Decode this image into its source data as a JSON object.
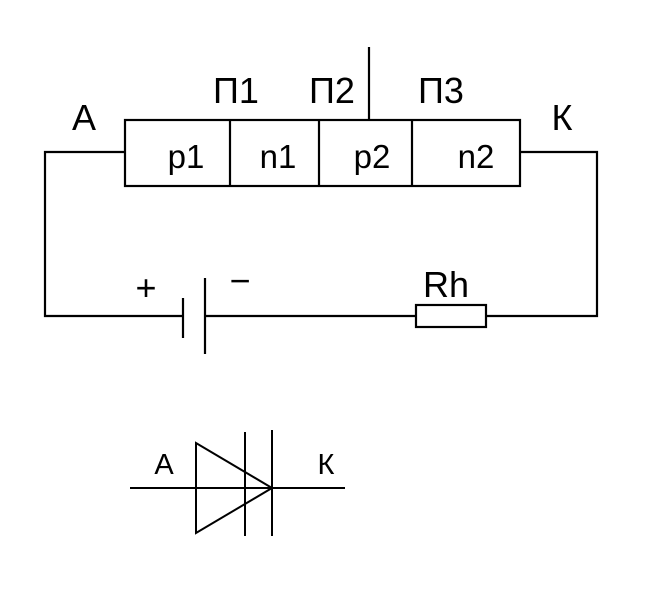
{
  "structure": {
    "anode_label": "A",
    "cathode_label": "К",
    "layers": [
      "p1",
      "n1",
      "p2",
      "n2"
    ],
    "junctions": [
      "П1",
      "П2",
      "П3"
    ]
  },
  "circuit": {
    "battery_plus": "+",
    "battery_minus": "−",
    "resistor_label": "Rh"
  },
  "symbol": {
    "anode_label": "A",
    "cathode_label": "К"
  }
}
